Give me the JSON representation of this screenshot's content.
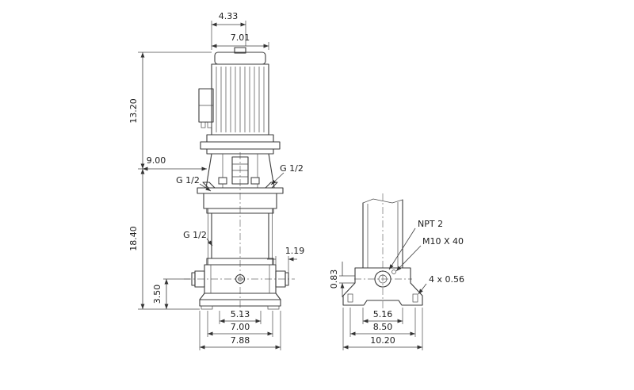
{
  "drawing": {
    "front_view": {
      "labels": {
        "dim_motor_cap_width": "4.33",
        "dim_motor_width": "7.01",
        "dim_motor_height": "13.20",
        "dim_head_width": "9.00",
        "dim_pump_height": "18.40",
        "dim_port_height": "3.50",
        "dim_port_protrusion": "1.19",
        "plug_left": "G 1/2",
        "plug_right": "G 1/2",
        "plug_drain": "G 1/2",
        "dim_inner_width": "5.13",
        "dim_foot_width": "7.00",
        "dim_base_width": "7.88"
      }
    },
    "side_view": {
      "labels": {
        "dim_flange_height": "0.83",
        "port_thread": "NPT 2",
        "bolt_spec": "M10 X 40",
        "hole_spec": "4 x 0.56",
        "dim_port_width": "5.16",
        "dim_bolt_spacing": "8.50",
        "dim_base_length": "10.20"
      }
    }
  }
}
